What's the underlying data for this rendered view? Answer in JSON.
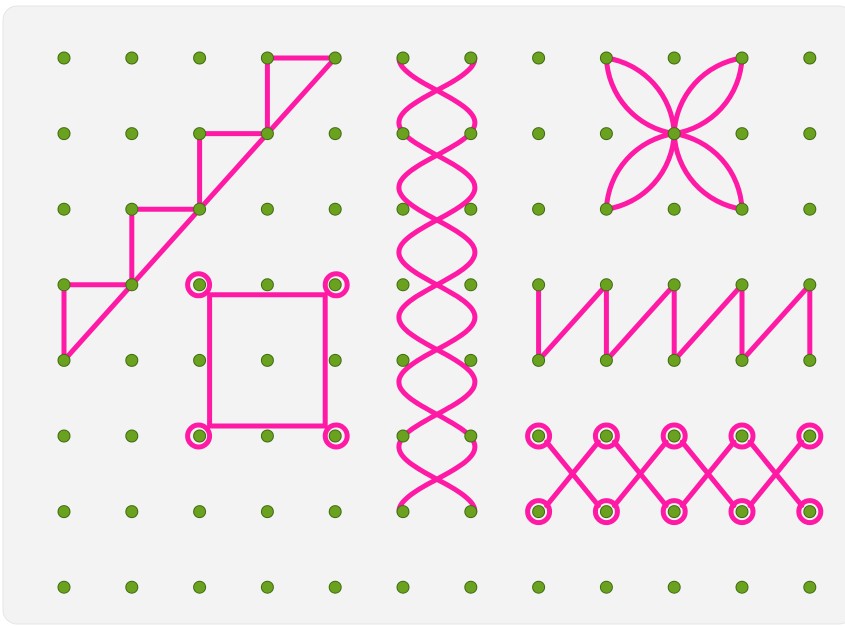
{
  "canvas": {
    "background": "#f3f3f4",
    "board_border": "#e6e6e8"
  },
  "pegboard": {
    "columns": 12,
    "rows": 8,
    "dot_color": "#6aa21f",
    "dot_outline": "#3f6b10"
  },
  "patterns": {
    "stroke_color": "#ff1aa6",
    "items": [
      {
        "name": "staircase-pattern",
        "kind": "staircase"
      },
      {
        "name": "square-loop-pattern",
        "kind": "square-with-corner-loops"
      },
      {
        "name": "braid-pattern",
        "kind": "braid"
      },
      {
        "name": "flower-pattern",
        "kind": "four-petal-flower"
      },
      {
        "name": "zigzag-pattern",
        "kind": "zigzag"
      },
      {
        "name": "loop-lattice-pattern",
        "kind": "crossed-loops"
      }
    ]
  }
}
